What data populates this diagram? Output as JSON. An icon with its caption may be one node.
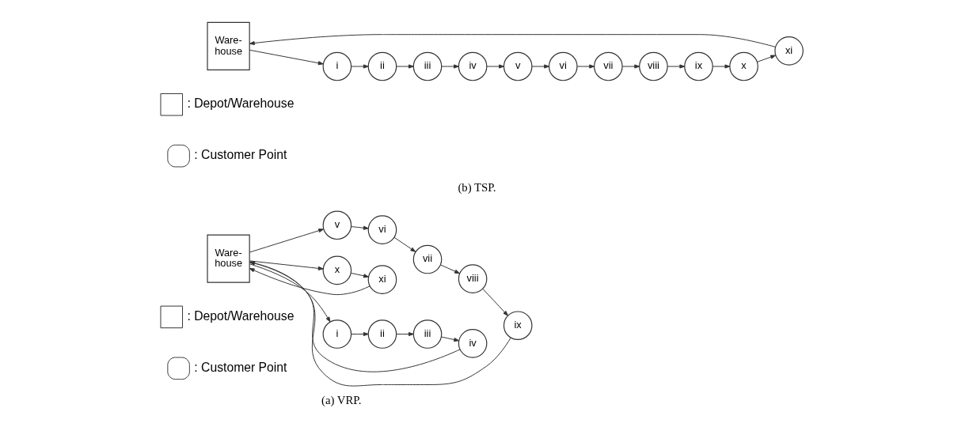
{
  "diagram": {
    "nodes": [
      {
        "text": [
          "Ware- house"
        ]
      },
      {
        "text": [
          "i"
        ]
      },
      {
        "text": [
          "ii"
        ]
      },
      {
        "text": [
          "iii"
        ]
      },
      {
        "text": [
          "iv"
        ]
      },
      {
        "text": [
          "v"
        ]
      },
      {
        "text": [
          "vi"
        ]
      },
      {
        "text": [
          "vii"
        ]
      },
      {
        "text": [
          "viii"
        ]
      },
      {
        "text": [
          "ix"
        ]
      },
      {
        "text": [
          "x"
        ]
      },
      {
        "text": [
          "xi"
        ]
      },
      {
        "text": [
          "Ware- house"
        ]
      },
      {
        "text": [
          "i"
        ]
      },
      {
        "text": [
          "ii"
        ]
      },
      {
        "text": [
          "iii"
        ]
      },
      {
        "text": [
          "iv"
        ]
      },
      {
        "text": [
          "v"
        ]
      },
      {
        "text": [
          "vi"
        ]
      },
      {
        "text": [
          "vii"
        ]
      },
      {
        "text": [
          "viii"
        ]
      },
      {
        "text": [
          "ix"
        ]
      },
      {
        "text": [
          "x"
        ]
      },
      {
        "text": [
          "xi"
        ]
      }
    ],
    "edges": [
      {
        "from": 0,
        "to": 1,
        "arrow": "to"
      },
      {
        "from": 1,
        "to": 2,
        "arrow": "to"
      },
      {
        "from": 2,
        "to": 3,
        "arrow": "to"
      },
      {
        "from": 3,
        "to": 4,
        "arrow": "to"
      },
      {
        "from": 4,
        "to": 0,
        "arrow": "to"
      },
      {
        "from": 0,
        "to": 5,
        "arrow": "to"
      },
      {
        "from": 5,
        "to": 6,
        "arrow": "to"
      },
      {
        "from": 6,
        "to": 7,
        "arrow": "to"
      },
      {
        "from": 7,
        "to": 8,
        "arrow": "to"
      },
      {
        "from": 8,
        "to": 9,
        "arrow": "to"
      },
      {
        "from": 9,
        "to": 0,
        "arrow": "to"
      },
      {
        "from": 0,
        "to": 10,
        "arrow": "to"
      },
      {
        "from": 10,
        "to": 11,
        "arrow": "to"
      },
      {
        "from": 11,
        "to": 0,
        "arrow": "to"
      },
      {
        "from": 12,
        "to": 13,
        "arrow": "to"
      },
      {
        "from": 13,
        "to": 14,
        "arrow": "to"
      },
      {
        "from": 14,
        "to": 15,
        "arrow": "to"
      },
      {
        "from": 15,
        "to": 16,
        "arrow": "to"
      },
      {
        "from": 16,
        "to": 17,
        "arrow": "to"
      },
      {
        "from": 17,
        "to": 18,
        "arrow": "to"
      },
      {
        "from": 18,
        "to": 19,
        "arrow": "to"
      },
      {
        "from": 19,
        "to": 20,
        "arrow": "to"
      },
      {
        "from": 20,
        "to": 21,
        "arrow": "to"
      },
      {
        "from": 21,
        "to": 22,
        "arrow": "to"
      },
      {
        "from": 22,
        "to": 23,
        "arrow": "to"
      },
      {
        "from": 23,
        "to": 12,
        "arrow": "to"
      }
    ],
    "labels": [
      "(a) VRP.",
      "(b) TSP."
    ],
    "legend": [
      {
        "text": ": Depot/Warehouse"
      },
      {
        "text": ": Customer Point"
      },
      {
        "text": ": Depot/Warehouse"
      },
      {
        "text": ": Customer Point"
      }
    ]
  }
}
